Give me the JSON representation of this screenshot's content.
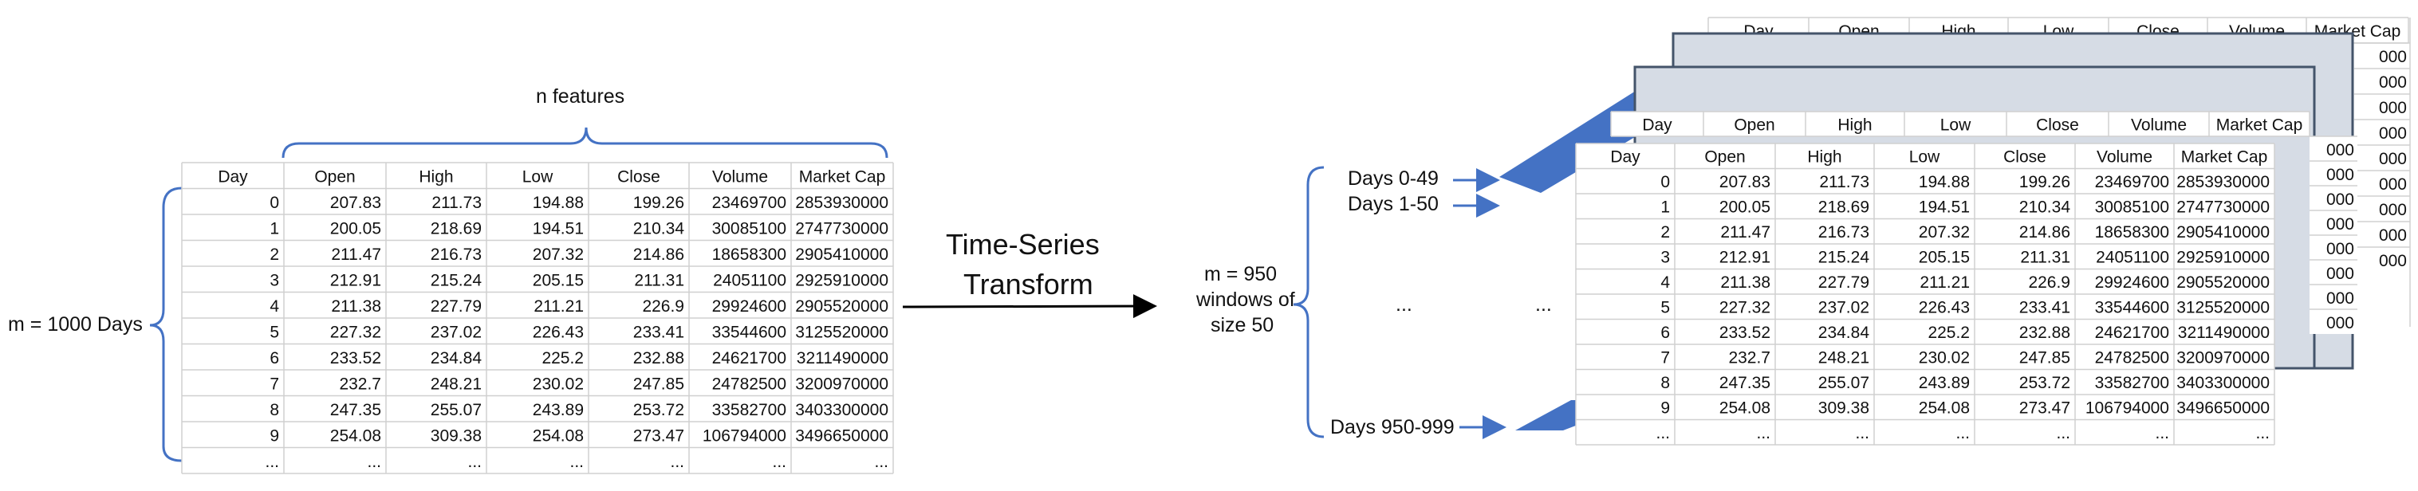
{
  "left": {
    "features_label": "n features",
    "rows_label": "m = 1000 Days",
    "table": {
      "columns": [
        "Day",
        "Open",
        "High",
        "Low",
        "Close",
        "Volume",
        "Market Cap"
      ],
      "rows": [
        [
          "0",
          "207.83",
          "211.73",
          "194.88",
          "199.26",
          "23469700",
          "2853930000"
        ],
        [
          "1",
          "200.05",
          "218.69",
          "194.51",
          "210.34",
          "30085100",
          "2747730000"
        ],
        [
          "2",
          "211.47",
          "216.73",
          "207.32",
          "214.86",
          "18658300",
          "2905410000"
        ],
        [
          "3",
          "212.91",
          "215.24",
          "205.15",
          "211.31",
          "24051100",
          "2925910000"
        ],
        [
          "4",
          "211.38",
          "227.79",
          "211.21",
          "226.9",
          "29924600",
          "2905520000"
        ],
        [
          "5",
          "227.32",
          "237.02",
          "226.43",
          "233.41",
          "33544600",
          "3125520000"
        ],
        [
          "6",
          "233.52",
          "234.84",
          "225.2",
          "232.88",
          "24621700",
          "3211490000"
        ],
        [
          "7",
          "232.7",
          "248.21",
          "230.02",
          "247.85",
          "24782500",
          "3200970000"
        ],
        [
          "8",
          "247.35",
          "255.07",
          "243.89",
          "253.72",
          "33582700",
          "3403300000"
        ],
        [
          "9",
          "254.08",
          "309.38",
          "254.08",
          "273.47",
          "106794000",
          "3496650000"
        ],
        [
          "...",
          "...",
          "...",
          "...",
          "...",
          "...",
          "..."
        ]
      ]
    }
  },
  "transform": {
    "line1": "Time-Series",
    "line2": "Transform"
  },
  "right": {
    "windows_line1": "m = 950",
    "windows_line2": "windows of",
    "windows_line3": "size 50",
    "window_labels": [
      "Days 0-49",
      "Days 1-50",
      "Days 950-999"
    ],
    "ellipsis": "...",
    "back_tail_cells": [
      "000",
      "000",
      "000",
      "000",
      "000",
      "000",
      "000",
      "000",
      "000"
    ],
    "colors": {
      "accent": "#4472C4",
      "card_fill": "#D6DCE5",
      "card_border": "#44546A",
      "grid": "#D0D0D0",
      "bracket": "#4472C4"
    }
  }
}
